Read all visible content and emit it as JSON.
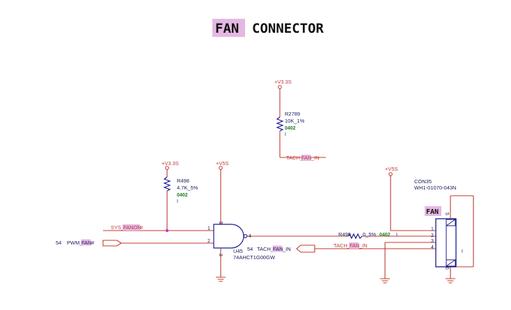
{
  "title": {
    "word1": "FAN",
    "word2": "CONNECTOR"
  },
  "power_rails": {
    "top": "+V3.3S",
    "r498": "+V3.3S",
    "gate": "+V5S",
    "conn": "+V5S"
  },
  "r2789": {
    "ref": "R2789",
    "value": "10K_1%",
    "package": "0402",
    "flag": "I"
  },
  "r498": {
    "ref": "R498",
    "value": "4.7K_5%",
    "package": "0402",
    "flag": "I"
  },
  "r499": {
    "ref": "R499",
    "value": "0_5%",
    "package": "0402",
    "flag": "I"
  },
  "nets": {
    "tach_top_a": "TACH_",
    "tach_top_b": "FAN",
    "tach_top_c": "_IN",
    "sys_a": "SYS_",
    "sys_b": "FANON",
    "sys_c": "#",
    "pwm_num": "54",
    "pwm_a": "PWM_",
    "pwm_b": "FAN",
    "pwm_c": "#",
    "tach_mid_num": "54",
    "tach_mid_a": "TACH_",
    "tach_mid_b": "FAN",
    "tach_mid_c": "_IN",
    "tach_right_a": "TACH_",
    "tach_right_b": "FAN",
    "tach_right_c": "_IN"
  },
  "u45": {
    "ref": "U45",
    "part": "74AHCT1G00GW",
    "pin1": "1",
    "pin2": "2",
    "pin3": "3",
    "pin4": "4",
    "pin5": "5"
  },
  "con35": {
    "ref": "CON35",
    "part": "WH1-01070-043N",
    "label": "FAN",
    "flag": "I",
    "pins": [
      "1",
      "2",
      "3",
      "4"
    ],
    "pin5": "5",
    "pin6": "6"
  },
  "colors": {
    "wire": "#c0392b",
    "symbol": "#1a1a8e",
    "highlight": "#e5b8e3",
    "junction": "#cc33cc"
  }
}
